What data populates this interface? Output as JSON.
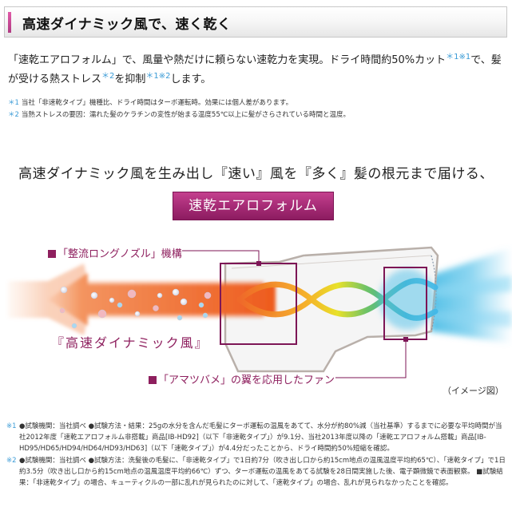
{
  "header": {
    "title": "高速ダイナミック風で、速く乾く",
    "accent_color": "#c8479a"
  },
  "lead": {
    "text_1": "「速乾エアロフォルム」で、風量や熱だけに頼らない速乾力を実現。ドライ時間約50%カット",
    "sup_1": "＊1※1",
    "text_2": "で、髪が受ける熱ストレス",
    "sup_2": "＊2",
    "text_3": "を抑制",
    "sup_3": "＊1※2",
    "text_4": "します。"
  },
  "notes_top": [
    {
      "mark": "＊1",
      "text": "当社「非速乾タイプ」機種比、ドライ時間はターボ運転時。効果には個人差があります。"
    },
    {
      "mark": "＊2",
      "text": "当熱ストレスの要因：濡れた髪のケラチンの変性が始まる温度55℃以上に髪がさらされている時間と温度。"
    }
  ],
  "feature": {
    "headline": "高速ダイナミック風を生み出し『速い』風を『多く』髪の根元まで届ける、",
    "brand_label": "速乾エアロフォルム",
    "brand_color": "#a42a74"
  },
  "diagram": {
    "label_nozzle": "「整流ロングノズル」機構",
    "label_fan": "「アマツバメ」の翼を応用したファン",
    "label_wind": "『高速ダイナミック風』",
    "caption": "（イメージ図）",
    "callout_color": "#7d1656",
    "hot_color": "#f06a2a",
    "cool_color": "#4fc0e6"
  },
  "notes_bottom": [
    {
      "mark": "※1",
      "text": "●試験機関：当社調べ ●試験方法・結果：25gの水分を含んだ毛髪にターボ運転の温風をあてて、水分が約80%減（当社基準）するまでに必要な平均時間が当社2012年度「速乾エアロフォルム非搭載」商品[IB-HD92]（以下「非速乾タイプ」）が9.1分、当社2013年度以降の「速乾エアロフォルム搭載」商品[IB-HD95/HD65/HD94/HD64/HD93/HD63]（以下「速乾タイプ」）が4.4分だったことから、ドライ時間約50%短縮を確認。"
    },
    {
      "mark": "※2",
      "text": "●試験機関：当社調べ ●試験方法：洗髪後の毛髪に、「非速乾タイプ」で1日約7分（吹き出し口から約15cm地点の温風温度平均約65℃）、「速乾タイプ」で1日約3.5分（吹き出し口から約15cm地点の温風温度平均約66℃）ずつ、ターボ運転の温風をあてる試験を28日間実施した後、電子顕微鏡で表面観察。 ■試験結果：「非速乾タイプ」の場合、キューティクルの一部に乱れが見られたのに対して、「速乾タイプ」の場合、乱れが見られなかったことを確認。"
    }
  ]
}
